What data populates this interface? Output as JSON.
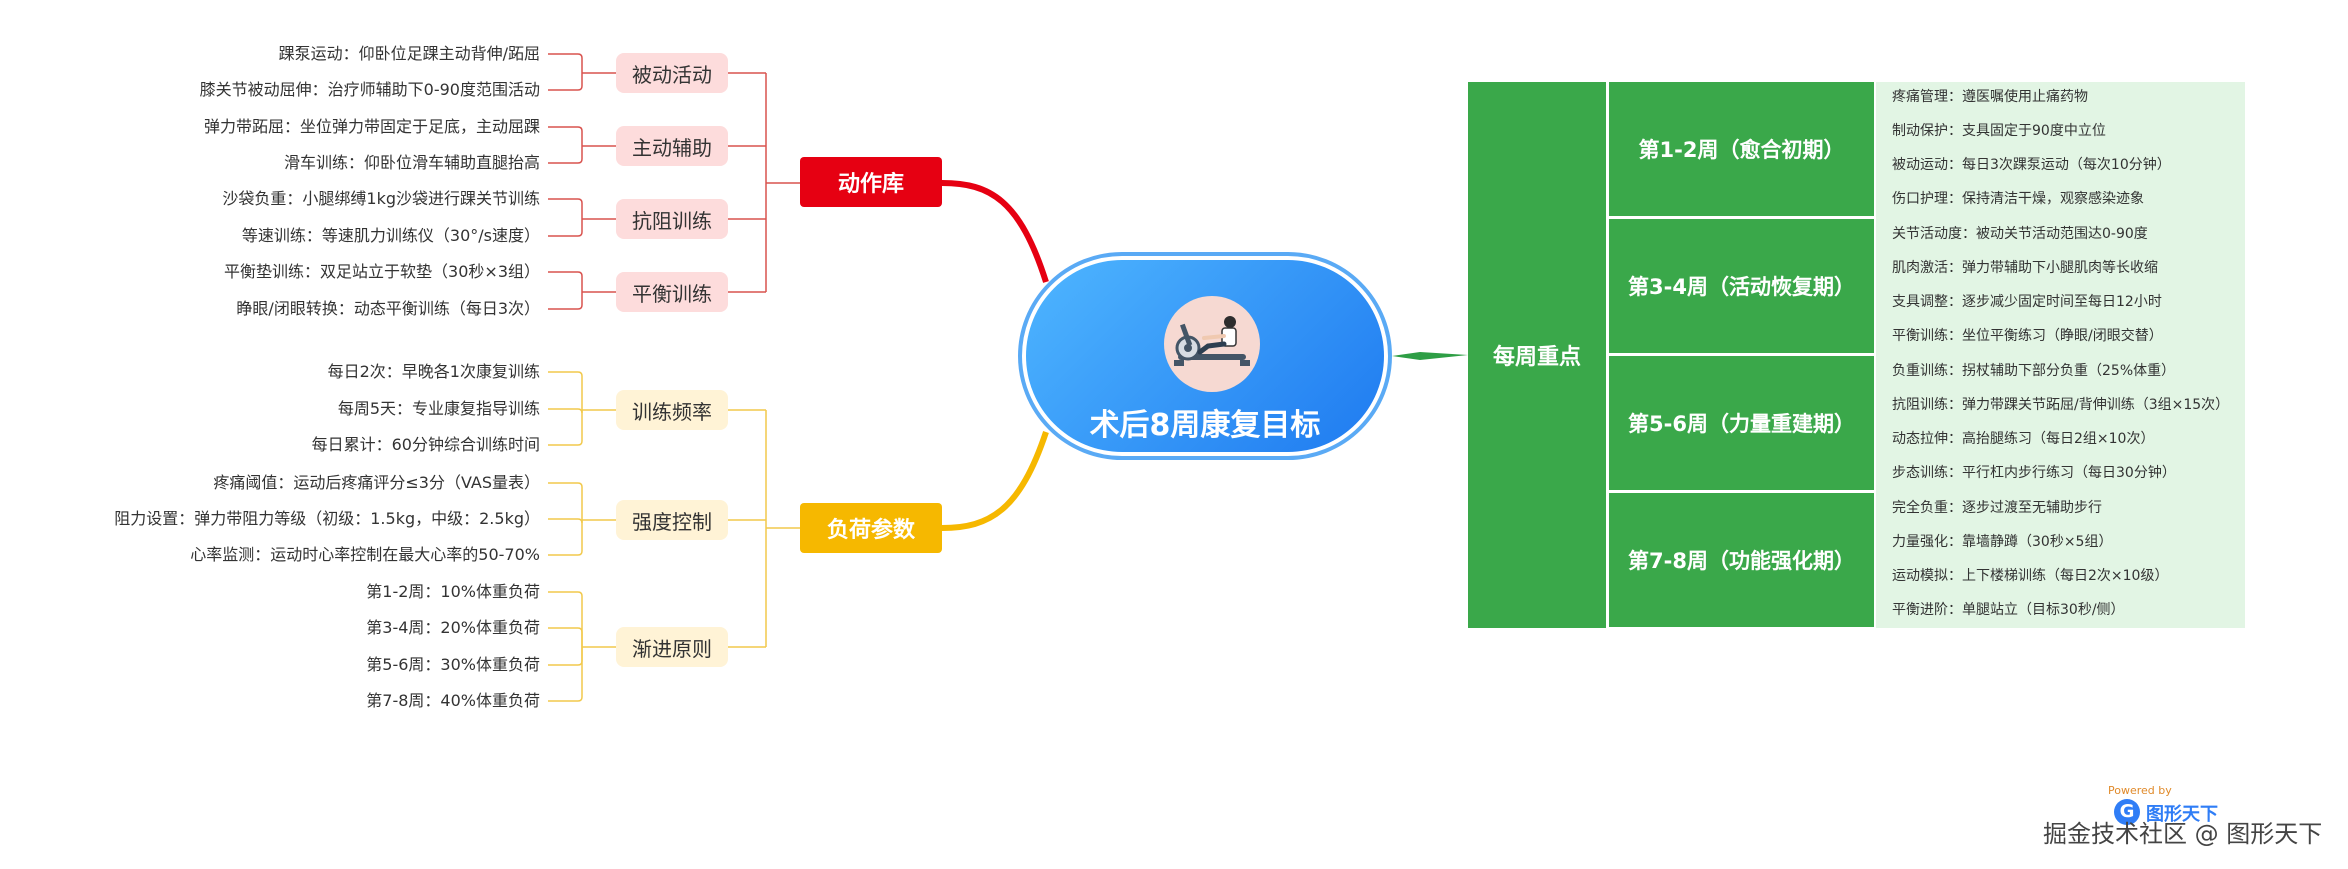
{
  "center": {
    "title": "术后8周康复目标",
    "icon": "rowing-machine-icon"
  },
  "categories": {
    "action": {
      "label": "动作库",
      "color": "#e60012"
    },
    "load": {
      "label": "负荷参数",
      "color": "#f6b800"
    }
  },
  "action_groups": [
    {
      "label": "被动活动",
      "items": [
        "踝泵运动：仰卧位足踝主动背伸/跖屈",
        "膝关节被动屈伸：治疗师辅助下0-90度范围活动"
      ]
    },
    {
      "label": "主动辅助",
      "items": [
        "弹力带跖屈：坐位弹力带固定于足底，主动屈踝",
        "滑车训练：仰卧位滑车辅助直腿抬高"
      ]
    },
    {
      "label": "抗阻训练",
      "items": [
        "沙袋负重：小腿绑缚1kg沙袋进行踝关节训练",
        "等速训练：等速肌力训练仪（30°/s速度）"
      ]
    },
    {
      "label": "平衡训练",
      "items": [
        "平衡垫训练：双足站立于软垫（30秒×3组）",
        "睁眼/闭眼转换：动态平衡训练（每日3次）"
      ]
    }
  ],
  "load_groups": [
    {
      "label": "训练频率",
      "items": [
        "每日2次：早晚各1次康复训练",
        "每周5天：专业康复指导训练",
        "每日累计：60分钟综合训练时间"
      ]
    },
    {
      "label": "强度控制",
      "items": [
        "疼痛阈值：运动后疼痛评分≤3分（VAS量表）",
        "阻力设置：弹力带阻力等级（初级：1.5kg，中级：2.5kg）",
        "心率监测：运动时心率控制在最大心率的50-70%"
      ]
    },
    {
      "label": "渐进原则",
      "items": [
        "第1-2周：10%体重负荷",
        "第3-4周：20%体重负荷",
        "第5-6周：30%体重负荷",
        "第7-8周：40%体重负荷"
      ]
    }
  ],
  "weekly": {
    "label": "每周重点",
    "color": "#3aa84a",
    "phases": [
      {
        "label": "第1-2周（愈合初期）",
        "items": [
          "疼痛管理：遵医嘱使用止痛药物",
          "制动保护：支具固定于90度中立位",
          "被动运动：每日3次踝泵运动（每次10分钟）",
          "伤口护理：保持清洁干燥，观察感染迹象"
        ]
      },
      {
        "label": "第3-4周（活动恢复期）",
        "items": [
          "关节活动度：被动关节活动范围达0-90度",
          "肌肉激活：弹力带辅助下小腿肌肉等长收缩",
          "支具调整：逐步减少固定时间至每日12小时",
          "平衡训练：坐位平衡练习（睁眼/闭眼交替）"
        ]
      },
      {
        "label": "第5-6周（力量重建期）",
        "items": [
          "负重训练：拐杖辅助下部分负重（25%体重）",
          "抗阻训练：弹力带踝关节跖屈/背伸训练（3组×15次）",
          "动态拉伸：高抬腿练习（每日2组×10次）",
          "步态训练：平行杠内步行练习（每日30分钟）"
        ]
      },
      {
        "label": "第7-8周（功能强化期）",
        "items": [
          "完全负重：逐步过渡至无辅助步行",
          "力量强化：靠墙静蹲（30秒×5组）",
          "运动模拟：上下楼梯训练（每日2次×10级）",
          "平衡进阶：单腿站立（目标30秒/侧）"
        ]
      }
    ]
  },
  "branding": {
    "powered": "Powered by",
    "logo_letter": "G",
    "name": "图形天下"
  },
  "watermark": "掘金技术社区 @ 图形天下"
}
